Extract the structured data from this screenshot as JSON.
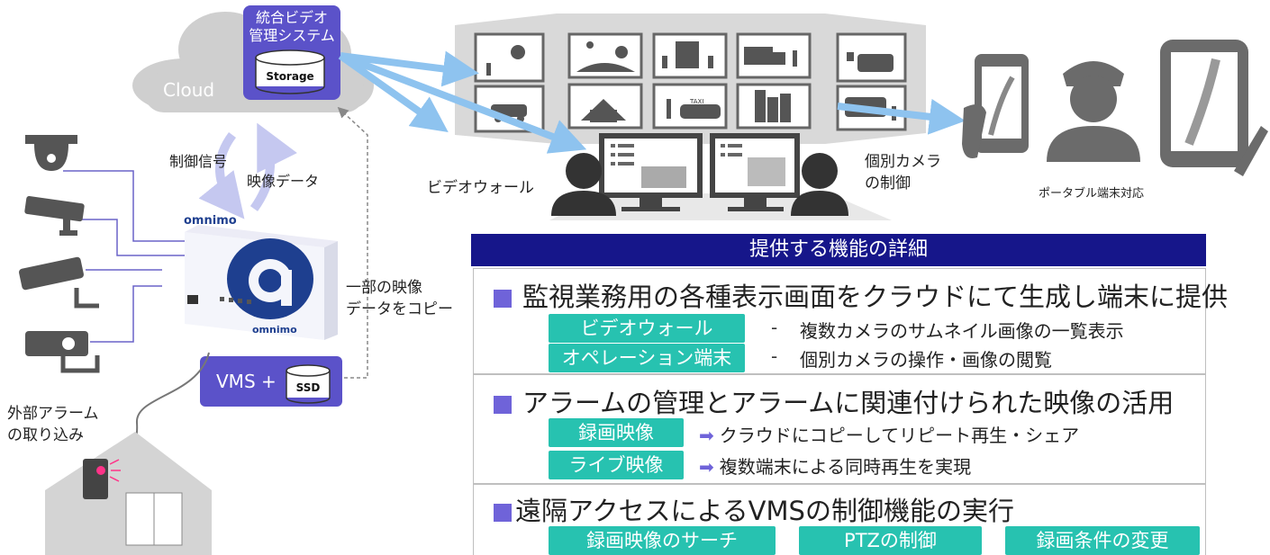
{
  "diagram": {
    "cloud_label": "Cloud",
    "system_box": {
      "title_line1": "統合ビデオ",
      "title_line2": "管理システム",
      "storage_label": "Storage"
    },
    "control_signal_label": "制御信号",
    "video_data_label": "映像データ",
    "copy_label_line1": "一部の映像",
    "copy_label_line2": "データをコピー",
    "vms_box": {
      "label": "VMS +",
      "ssd_label": "SSD"
    },
    "alarm_label_line1": "外部アラーム",
    "alarm_label_line2": "の取り込み",
    "video_wall_label": "ビデオウォール",
    "camera_control_line1": "個別カメラ",
    "camera_control_line2": "の制御",
    "portable_label": "ポータブル端末対応",
    "brand_name": "omnimo",
    "taxi_sign": "TAXI"
  },
  "features": {
    "header": "提供する機能の詳細",
    "sections": [
      {
        "title": "監視業務用の各種表示画面をクラウドにて生成し端末に提供",
        "items": [
          {
            "tag": "ビデオウォール",
            "separator": "-",
            "text": "複数カメラのサムネイル画像の一覧表示"
          },
          {
            "tag": "オペレーション端末",
            "separator": "-",
            "text": "個別カメラの操作・画像の閲覧"
          }
        ]
      },
      {
        "title": "アラームの管理とアラームに関連付けられた映像の活用",
        "items": [
          {
            "tag": "録画映像",
            "arrow": "➡",
            "text": "クラウドにコピーしてリピート再生・シェア"
          },
          {
            "tag": "ライブ映像",
            "arrow": "➡",
            "text": "複数端末による同時再生を実現"
          }
        ]
      },
      {
        "title": "遠隔アクセスによるVMSの制御機能の実行",
        "tags": [
          "録画映像のサーチ",
          "PTZの制御",
          "録画条件の変更"
        ]
      }
    ]
  },
  "colors": {
    "accent": "#5b52c9",
    "header_bg": "#16168a",
    "teal": "#27c2b0",
    "arrow_blue": "#8ec3ef",
    "icon_gray": "#6b6b6b"
  }
}
